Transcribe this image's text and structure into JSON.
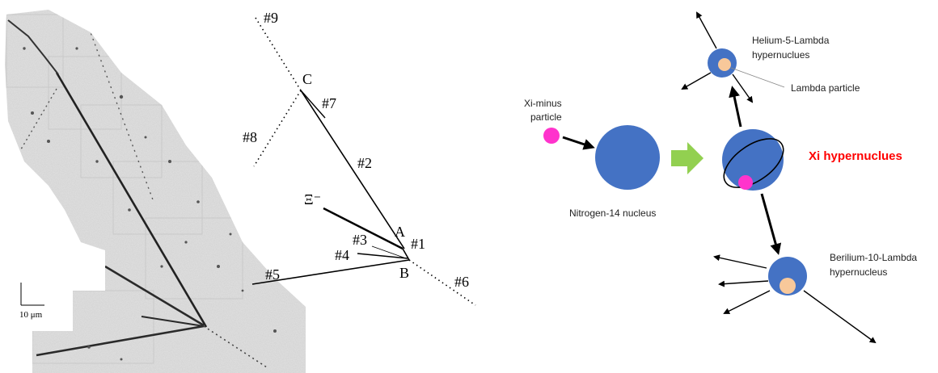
{
  "micrograph": {
    "scale_bar_label": "10 μm"
  },
  "tracing": {
    "track_labels": {
      "t9": "#9",
      "t7": "#7",
      "t8": "#8",
      "t2": "#2",
      "t3": "#3",
      "t4": "#4",
      "t1": "#1",
      "t5": "#5",
      "t6": "#6"
    },
    "vertex_labels": {
      "C": "C",
      "A": "A",
      "B": "B"
    },
    "xi_symbol": "Ξ⁻"
  },
  "schematic": {
    "xi_particle_label_line1": "Xi-minus",
    "xi_particle_label_line2": "particle",
    "nitrogen_label": "Nitrogen-14 nucleus",
    "xi_hypernucleus_label": "Xi hypernuclues",
    "helium_label_line1": "Helium-5-Lambda",
    "helium_label_line2": "hypernuclues",
    "lambda_label": "Lambda particle",
    "beryllium_label_line1": "Berilium-10-Lambda",
    "beryllium_label_line2": "hypernucleus",
    "colors": {
      "nucleus": "#4472c4",
      "xi_particle": "#ff33cc",
      "lambda_particle": "#f8c89a",
      "process_arrow": "#92d050",
      "highlight_text": "#ff0000"
    }
  }
}
